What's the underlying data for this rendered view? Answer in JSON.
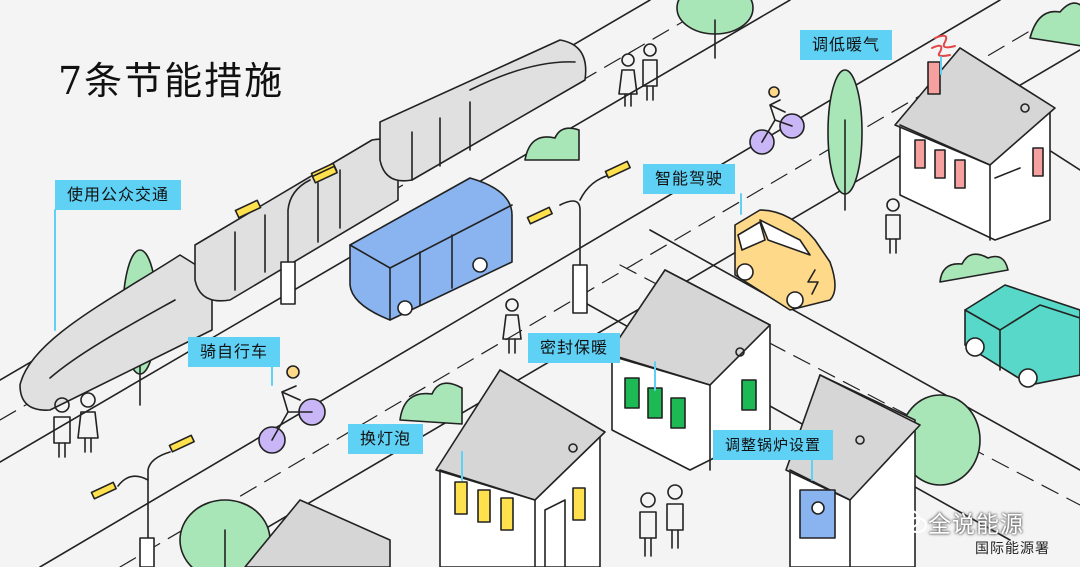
{
  "title": "7条节能措施",
  "labels": {
    "public_transport": "使用公众交通",
    "lower_heating": "调低暖气",
    "smart_driving": "智能驾驶",
    "cycling": "骑自行车",
    "seal_insulation": "密封保暖",
    "change_bulbs": "换灯泡",
    "adjust_boiler": "调整锅炉设置"
  },
  "watermark": {
    "account": "全说能源",
    "source": "国际能源署"
  },
  "colors": {
    "label_bg": "#5fd1f5",
    "tree": "#a8e6b8",
    "bus": "#8ab4f0",
    "car": "#ffd98a",
    "truck": "#58d8c8",
    "window_yellow": "#ffe14d",
    "window_pink": "#f7a0a0",
    "window_green": "#1db954",
    "bike": "#c9b6f7"
  }
}
